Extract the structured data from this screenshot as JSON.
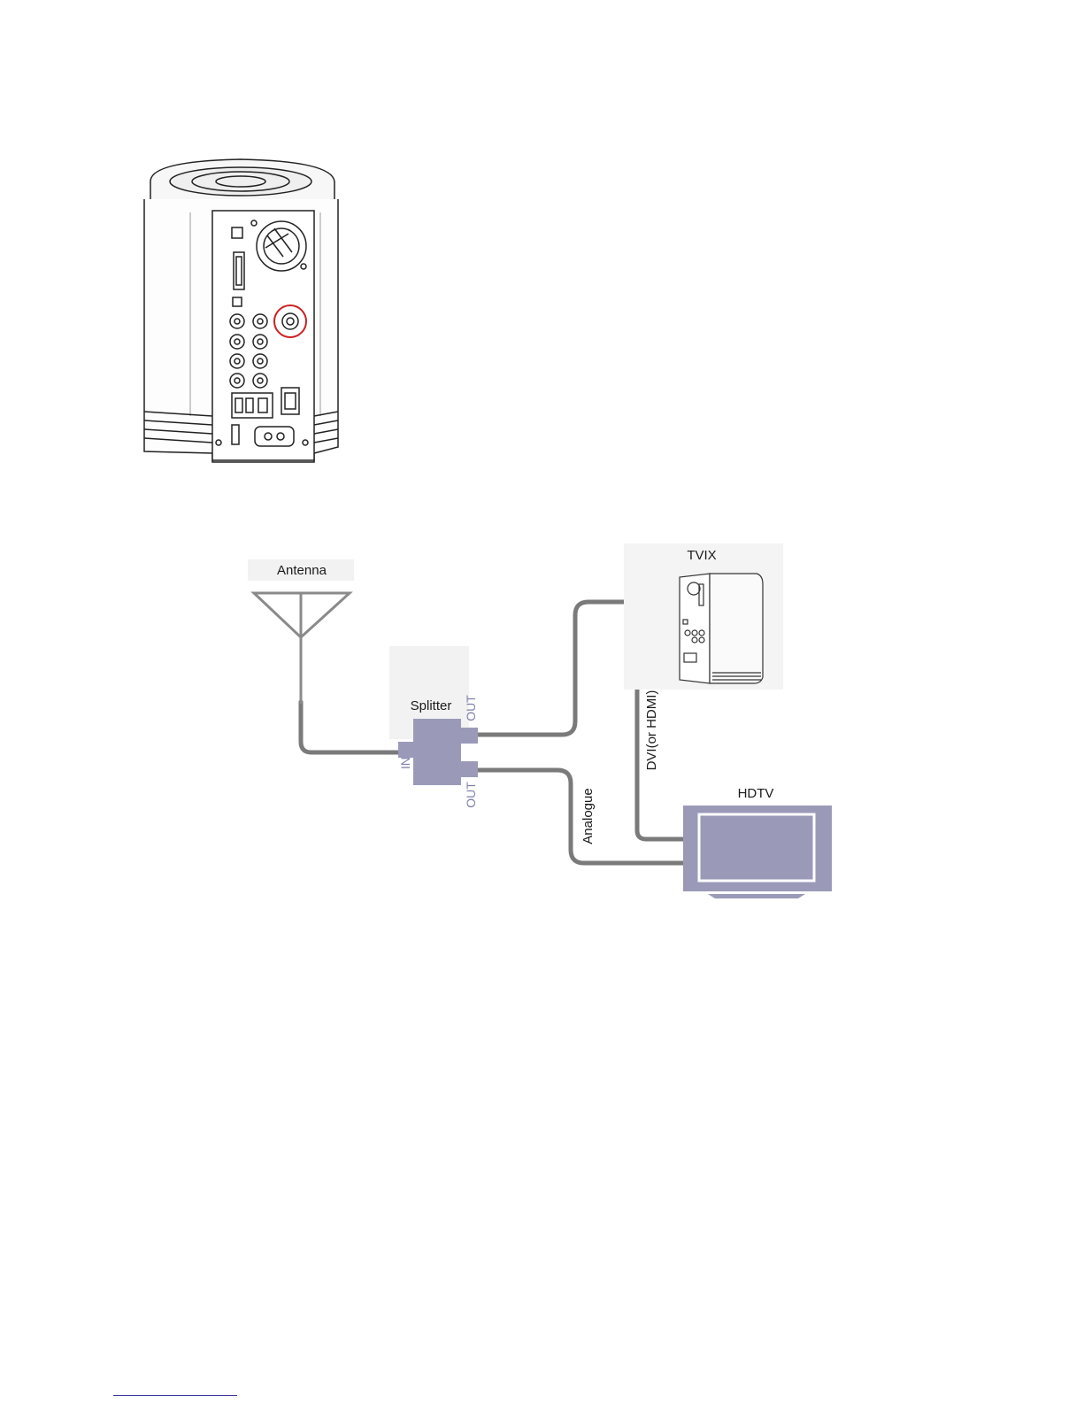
{
  "diagram": {
    "labels": {
      "antenna": "Antenna",
      "tvix": "TVIX",
      "splitter": "Splitter",
      "hdtv": "HDTV",
      "port_in": "IN",
      "port_out_top": "OUT",
      "port_out_bottom": "OUT",
      "cable_dvi": "DVI(or HDMI)",
      "cable_analogue": "Analogue"
    },
    "colors": {
      "device_fill": "#9a9ab8",
      "cable": "#7a7a7a",
      "port_text": "#7f7fae",
      "highlight_ring": "#cc2020"
    },
    "icons": {
      "device_rear_view": "tvix-rear-panel",
      "antenna": "antenna-icon",
      "splitter": "splitter-icon",
      "tvix": "tvix-device-icon",
      "hdtv": "television-icon"
    }
  }
}
